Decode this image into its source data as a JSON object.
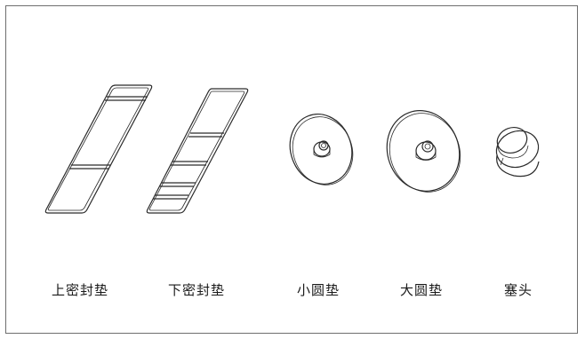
{
  "parts": [
    {
      "name": "upper-seal-gasket",
      "label": "上密封垫",
      "icon": "upper-seal-gasket-icon"
    },
    {
      "name": "lower-seal-gasket",
      "label": "下密封垫",
      "icon": "lower-seal-gasket-icon"
    },
    {
      "name": "small-round-pad",
      "label": "小圆垫",
      "icon": "small-round-pad-icon"
    },
    {
      "name": "large-round-pad",
      "label": "大圆垫",
      "icon": "large-round-pad-icon"
    },
    {
      "name": "plug",
      "label": "塞头",
      "icon": "plug-icon"
    }
  ],
  "colors": {
    "stroke": "#2a2a2a",
    "border": "#6e6e6e",
    "background": "#ffffff"
  }
}
